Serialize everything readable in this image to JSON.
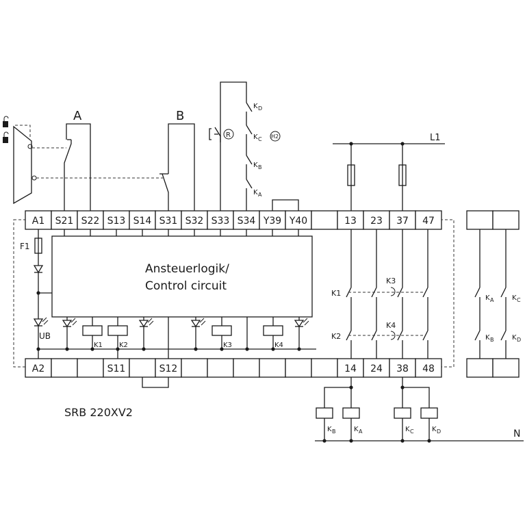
{
  "terminals_top": [
    "A1",
    "S21",
    "S22",
    "S13",
    "S14",
    "S31",
    "S32",
    "S33",
    "S34",
    "Y39",
    "Y40",
    "",
    "13",
    "23",
    "37",
    "47"
  ],
  "terminals_bottom": [
    "A2",
    "",
    "",
    "S11",
    "",
    "S12",
    "",
    "",
    "",
    "",
    "",
    "",
    "14",
    "24",
    "38",
    "48"
  ],
  "control_block": {
    "line1": "Ansteuerlogik/",
    "line2": "Control circuit"
  },
  "guard_labels": {
    "a": "A",
    "b": "B"
  },
  "reset": {
    "r": "R",
    "h": "H2"
  },
  "fuse_label": "F1",
  "ub_label": "UB",
  "relays": {
    "k1": "K1",
    "k2": "K2",
    "k3": "K3",
    "k4": "K4"
  },
  "ext_contacts": {
    "a": "A",
    "b": "B",
    "c": "C",
    "d": "D"
  },
  "k_letter": "K",
  "supply": {
    "l1": "L1",
    "n": "N"
  },
  "model": "SRB 220XV2"
}
